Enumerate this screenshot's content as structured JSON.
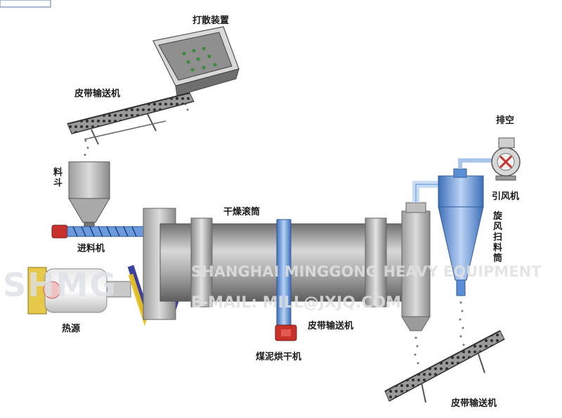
{
  "labels": {
    "breaker": "打散装置",
    "conveyor_top": "皮带输送机",
    "hopper": "料斗",
    "screw_feeder": "进料机",
    "drum": "干燥滚筒",
    "exhaust": "排空",
    "fan": "引风机",
    "cyclone": "旋风扫料筒",
    "heat_source": "热源",
    "conveyor_middle": "皮带输送机",
    "dryer_name": "煤泥烘干机",
    "conveyor_bottom": "皮带输送机"
  },
  "watermark": {
    "logo": "SHMG",
    "company": "SHANGHAI MINGGONG HEAVY EQUIPMENT",
    "email": "E-MAIL: MILL@JXJQ.COM"
  },
  "colors": {
    "drum_gray": "#9a9a9a",
    "blue_equipment": "#5a8fd6",
    "logo_blue": "#3b3f9e",
    "logo_yellow": "#e8c020",
    "motor_red": "#c8302a"
  }
}
